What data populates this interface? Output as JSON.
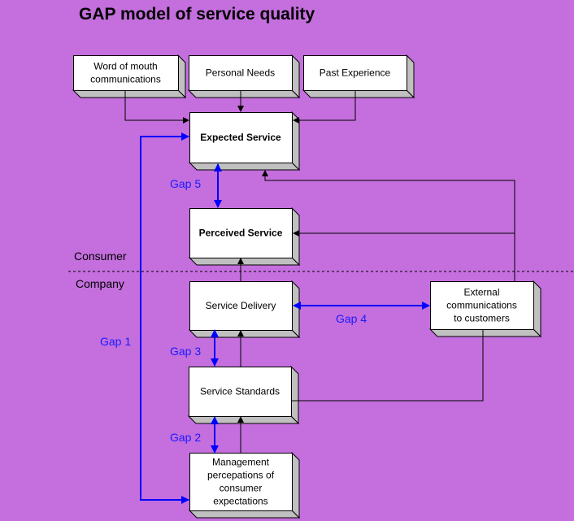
{
  "title": "GAP model of service quality",
  "colors": {
    "background": "#c46fdd",
    "box_face": "#ffffff",
    "box_side": "#c0c0c0",
    "gap_arrow": "#0000ff",
    "flow_arrow": "#000000"
  },
  "regions": {
    "consumer": "Consumer",
    "company": "Company"
  },
  "boxes": {
    "word_of_mouth": [
      "Word of mouth",
      "communications"
    ],
    "personal_needs": [
      "Personal Needs"
    ],
    "past_experience": [
      "Past Experience"
    ],
    "expected_service": [
      "Expected Service"
    ],
    "perceived_service": [
      "Perceived Service"
    ],
    "service_delivery": [
      "Service Delivery"
    ],
    "external_comms": [
      "External",
      "communications",
      "to customers"
    ],
    "service_standards": [
      "Service Standards"
    ],
    "management": [
      "Management",
      "percepations of",
      "consumer",
      "expectations"
    ]
  },
  "gaps": {
    "gap1": "Gap 1",
    "gap2": "Gap 2",
    "gap3": "Gap 3",
    "gap4": "Gap 4",
    "gap5": "Gap 5"
  }
}
